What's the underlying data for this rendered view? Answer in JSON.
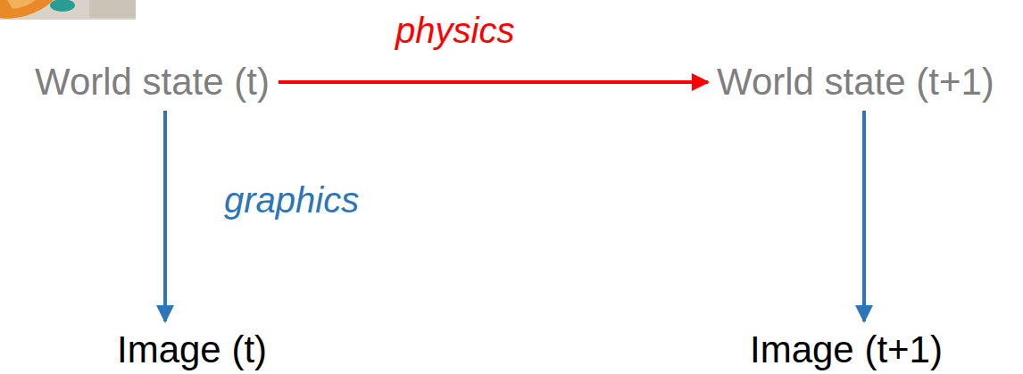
{
  "diagram": {
    "nodes": [
      {
        "text": [
          "World state (t)"
        ]
      },
      {
        "text": [
          "World state (t+1)"
        ]
      },
      {
        "text": [
          "Image (t)"
        ]
      },
      {
        "text": [
          "Image (t+1)"
        ]
      }
    ],
    "edges": [
      {
        "from": 0,
        "to": 1,
        "arrow": "to",
        "label": "physics"
      },
      {
        "from": 0,
        "to": 2,
        "arrow": "to",
        "label": "graphics"
      },
      {
        "from": 1,
        "to": 3,
        "arrow": "to"
      }
    ]
  }
}
